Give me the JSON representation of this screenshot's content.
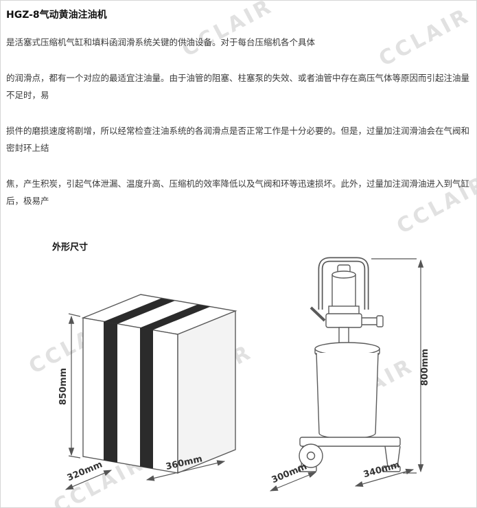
{
  "doc": {
    "title": "HGZ-8气动黄油注油机",
    "paragraphs": [
      "是活塞式压缩机气缸和填料函润滑系统关键的供油设备。对于每台压缩机各个具体",
      "的润滑点，都有一个对应的最适宜注油量。由于油管的阻塞、柱塞泵的失效、或者油管中存在高压气体等原因而引起注油量不足时，易",
      "损件的磨损速度将剧增，所以经常检查注油系统的各润滑点是否正常工作是十分必要的。但是，过量加注润滑油会在气阀和密封环上结",
      "焦，产生积炭，引起气体泄漏、温度升高、压缩机的效率降低以及气阀和环等迅速损坏。此外，过量加注润滑油进入到气缸后，极易产"
    ],
    "section_title": "外形尺寸"
  },
  "watermark": "CCLAIR",
  "dimensions": {
    "box_height": "850mm",
    "box_depth": "320mm",
    "box_width": "360mm",
    "machine_depth": "300mm",
    "machine_width": "340mm",
    "machine_height": "800mm"
  },
  "colors": {
    "stripe": "#2b2b2b",
    "line": "#5a5a5a",
    "watermark": "#c9c9c9"
  }
}
